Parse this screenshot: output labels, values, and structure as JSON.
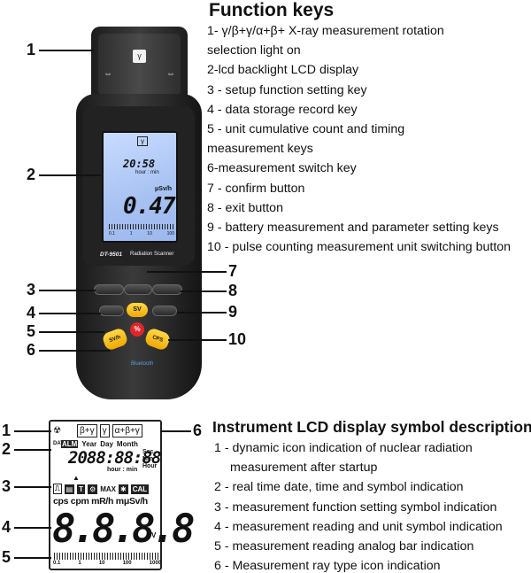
{
  "function_keys": {
    "title": "Function keys",
    "items": [
      "1- γ/β+γ/α+β+ X-ray measurement rotation",
      "selection light on",
      "2-lcd backlight LCD display",
      "3 - setup function setting key",
      "4 - data storage record key",
      "5 - unit cumulative count and timing",
      "measurement keys",
      "6-measurement switch key",
      "7 - confirm button",
      "8 - exit button",
      "9 - battery measurement and parameter setting keys",
      "10 - pulse counting measurement unit switching button"
    ]
  },
  "device": {
    "gamma_window": "γ",
    "lcd_symbol": "γ",
    "lcd_time": "20:58",
    "lcd_time_unit": "hour : min",
    "lcd_unit": "μSv/h",
    "lcd_value": "0.47",
    "lcd_scale": [
      "0.1",
      "1",
      "10",
      "100"
    ],
    "model": "DT-9501",
    "model_name": "Radiation Scanner",
    "center_key": "SV",
    "power_key": "%",
    "left_yellow_key": "SV/h",
    "right_yellow_key": "CPS",
    "bluetooth": "Bluetooth"
  },
  "callouts_top": {
    "n1": "1",
    "n2": "2",
    "n3": "3",
    "n4": "4",
    "n5": "5",
    "n6": "6",
    "n7": "7",
    "n8": "8",
    "n9": "9",
    "n10": "10"
  },
  "lcd_panel": {
    "gamma_group": [
      "β+γ",
      "γ",
      "α+β+γ"
    ],
    "date_label": "DATE",
    "row2": [
      "ALM",
      "Year",
      "Day",
      "Month"
    ],
    "date_digits": "2088:88:88",
    "sec": "Sec",
    "min": "Min",
    "hour": "Hour",
    "hour_min": "hour : min",
    "icons": [
      "MAX",
      "CAL"
    ],
    "units": "cps cpm mR/h mμSv/h",
    "big_digits": "8.8.8.8",
    "v_label": "V",
    "scale": [
      "0.1",
      "1",
      "10",
      "100",
      "1000"
    ]
  },
  "callouts_bottom": {
    "n1": "1",
    "n2": "2",
    "n3": "3",
    "n4": "4",
    "n5": "5",
    "n6": "6"
  },
  "lcd_symbols": {
    "title": "Instrument LCD display symbol description",
    "items": [
      "1 - dynamic icon indication of nuclear radiation",
      "measurement after startup",
      "2 - real time date, time and symbol indication",
      "3 - measurement function setting symbol indication",
      "4 - measurement reading and unit symbol indication",
      "5 - measurement reading analog bar indication",
      "6 - Measurement ray type icon indication"
    ]
  }
}
